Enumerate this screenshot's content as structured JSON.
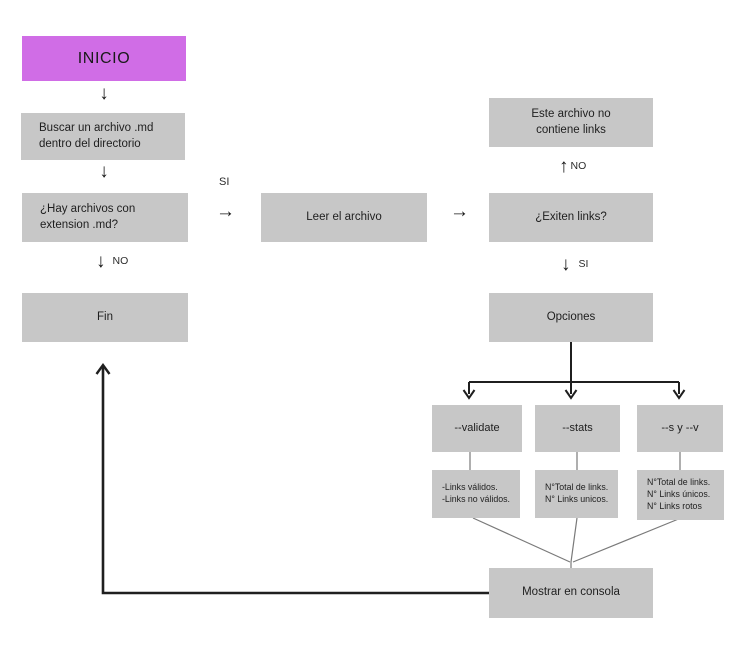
{
  "diagram": {
    "colors": {
      "start_fill": "#d06de6",
      "box_fill": "#c7c7c7",
      "text": "#1e1e1e",
      "line_dark": "#1f1f1f",
      "line_thin": "#7a7a7a",
      "background": "#ffffff"
    },
    "nodes": {
      "inicio": "INICIO",
      "buscar": "Buscar un archivo .md\ndentro del directorio",
      "hay": "¿Hay archivos con\nextension .md?",
      "fin": "Fin",
      "leer": "Leer el archivo",
      "este": "Este archivo no\ncontiene links",
      "exiten": "¿Exiten links?",
      "opciones": "Opciones",
      "validate": "--validate",
      "stats": "--stats",
      "syv": "--s y --v",
      "validate_detail": "-Links válidos.\n-Links no válidos.",
      "stats_detail": "N°Total de links.\nN° Links unicos.",
      "syv_detail": "N°Total de links.\nN° Links únicos.\nN° Links rotos",
      "mostrar": "Mostrar en consola"
    },
    "edge_labels": {
      "si_branch": "SI",
      "no_fin": "NO",
      "no_up": "NO",
      "si_down": "SI"
    },
    "icons": {
      "arrow_down": "↓",
      "arrow_up": "↑",
      "arrow_right": "→"
    }
  }
}
